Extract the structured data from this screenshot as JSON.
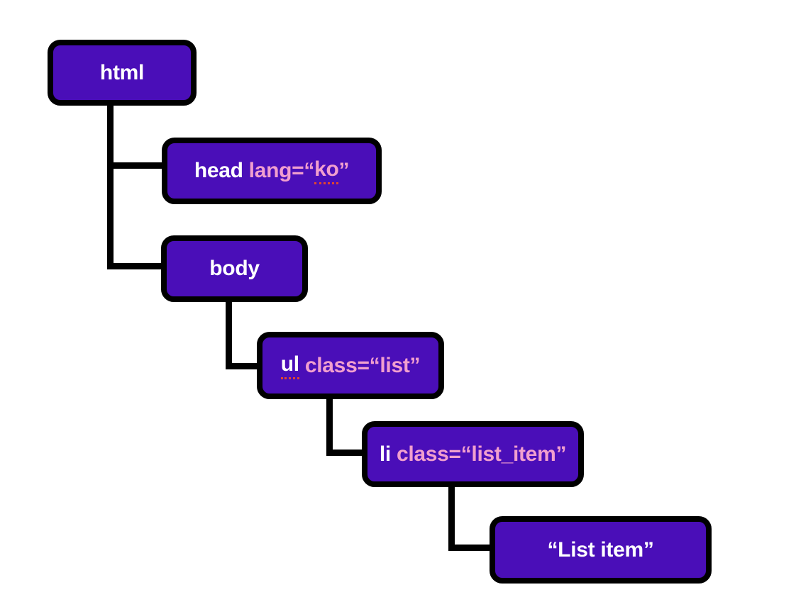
{
  "colors": {
    "background": "#FFFFFF",
    "node_fill": "#4A0EB8",
    "node_border": "#000000",
    "connector": "#000000",
    "tag_text": "#FFFFFF",
    "attr_text": "#F19FCE",
    "spellcheck_underline": "#E2452E"
  },
  "nodes": [
    {
      "name": "html",
      "segments": [
        {
          "text": "html",
          "role": "tag"
        }
      ]
    },
    {
      "name": "head",
      "segments": [
        {
          "text": "head ",
          "role": "tag"
        },
        {
          "text": "lang=“",
          "role": "attr"
        },
        {
          "text": "ko",
          "role": "attr-misspelled"
        },
        {
          "text": "”",
          "role": "attr"
        }
      ]
    },
    {
      "name": "body",
      "segments": [
        {
          "text": "body",
          "role": "tag"
        }
      ]
    },
    {
      "name": "ul",
      "segments": [
        {
          "text": "ul",
          "role": "tag-misspelled"
        },
        {
          "text": " class=“list”",
          "role": "attr"
        }
      ]
    },
    {
      "name": "li",
      "segments": [
        {
          "text": "li ",
          "role": "tag"
        },
        {
          "text": "class=“list_item”",
          "role": "attr"
        }
      ]
    },
    {
      "name": "list-item-text",
      "segments": [
        {
          "text": "“List item”",
          "role": "text"
        }
      ]
    }
  ]
}
